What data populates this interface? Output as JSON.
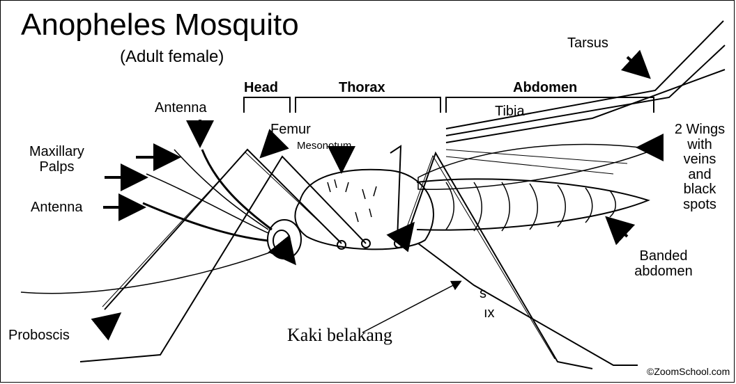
{
  "title": "Anopheles Mosquito",
  "subtitle": "(Adult female)",
  "labels": {
    "head": "Head",
    "thorax": "Thorax",
    "abdomen": "Abdomen",
    "tarsus": "Tarsus",
    "tibia": "Tibia",
    "antenna_upper": "Antenna",
    "femur": "Femur",
    "mesonotum": "Mesonotum",
    "maxillary_palps": "Maxillary\nPalps",
    "antenna_lower": "Antenna",
    "wings": "2 Wings\nwith\nveins\nand\nblack\nspots",
    "banded_abdomen": "Banded\nabdomen",
    "proboscis": "Proboscis",
    "kaki_belakang": "Kaki belakang",
    "fragment_s": "s",
    "fragment_ix": "ıx"
  },
  "copyright": "©ZoomSchool.com",
  "colors": {
    "ink": "#000000",
    "background": "#ffffff"
  }
}
